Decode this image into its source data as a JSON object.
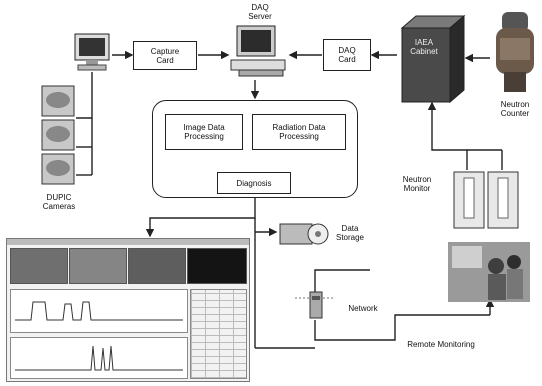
{
  "labels": {
    "daq_server": "DAQ\nServer",
    "capture_card": "Capture\nCard",
    "daq_card": "DAQ\nCard",
    "iaea_cabinet": "IAEA\nCabinet",
    "neutron_counter": "Neutron\nCounter",
    "dupic_cameras": "DUPIC\nCameras",
    "image_data_processing": "Image Data\nProcessing",
    "radiation_data_processing": "Radiation Data\nProcessing",
    "diagnosis": "Diagnosis",
    "neutron_monitor": "Neutron\nMonitor",
    "data_storage": "Data\nStorage",
    "network": "Network",
    "remote_monitoring": "Remote Monitoring"
  },
  "colors": {
    "line": "#222222",
    "cabinet": "#3a3a3a",
    "counter": "#6b5a4a"
  }
}
